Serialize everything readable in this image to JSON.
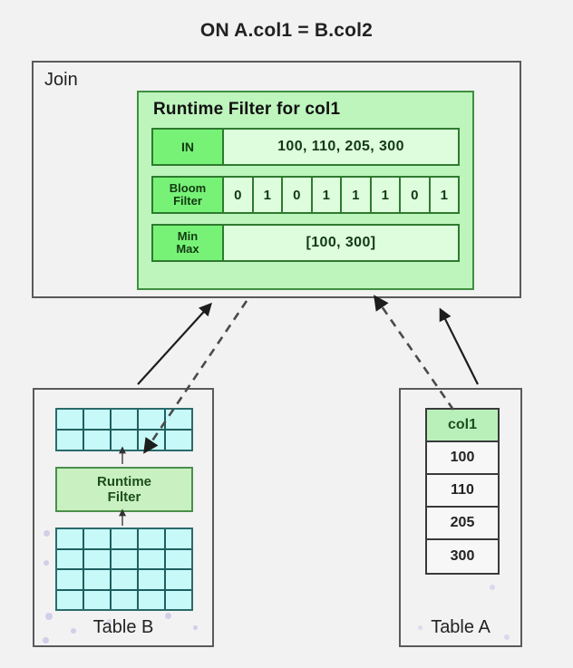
{
  "title": "ON A.col1 = B.col2",
  "join": {
    "label": "Join",
    "runtime_filter": {
      "title": "Runtime Filter for col1",
      "rows": [
        {
          "key": "IN",
          "value": "100, 110, 205, 300"
        },
        {
          "key_line1": "Bloom",
          "key_line2": "Filter",
          "bits": [
            "0",
            "1",
            "0",
            "1",
            "1",
            "1",
            "0",
            "1"
          ]
        },
        {
          "key_line1": "Min",
          "key_line2": "Max",
          "value": "[100,  300]"
        }
      ]
    }
  },
  "table_b": {
    "caption": "Table B",
    "top_grid": {
      "columns": 5,
      "rows": 2
    },
    "bottom_grid": {
      "columns": 5,
      "rows": 4
    },
    "runtime_filter_label_line1": "Runtime",
    "runtime_filter_label_line2": "Filter"
  },
  "table_a": {
    "caption": "Table A",
    "column_header": "col1",
    "values": [
      "100",
      "110",
      "205",
      "300"
    ]
  },
  "colors": {
    "page_background": "#f2f2f2",
    "panel_green": "#bdf5bd",
    "key_green": "#77f277",
    "value_green": "#ddfddd",
    "grid_cyan": "#c8f9f9",
    "grid_border": "#2b6b6b",
    "box_border": "#5a5a5a",
    "header_green": "#b9f0b9"
  },
  "arrows": [
    {
      "name": "table-b-to-join",
      "style": "solid",
      "direction": "up-right"
    },
    {
      "name": "join-to-table-b",
      "style": "dashed",
      "direction": "down-left"
    },
    {
      "name": "table-a-to-join-dashed",
      "style": "dashed",
      "direction": "up-left"
    },
    {
      "name": "table-a-to-join-solid",
      "style": "solid",
      "direction": "up-left"
    },
    {
      "name": "runtime-filter-in-b-up",
      "style": "solid",
      "direction": "up"
    },
    {
      "name": "runtime-filter-in-b-down-in",
      "style": "solid",
      "direction": "up"
    }
  ]
}
